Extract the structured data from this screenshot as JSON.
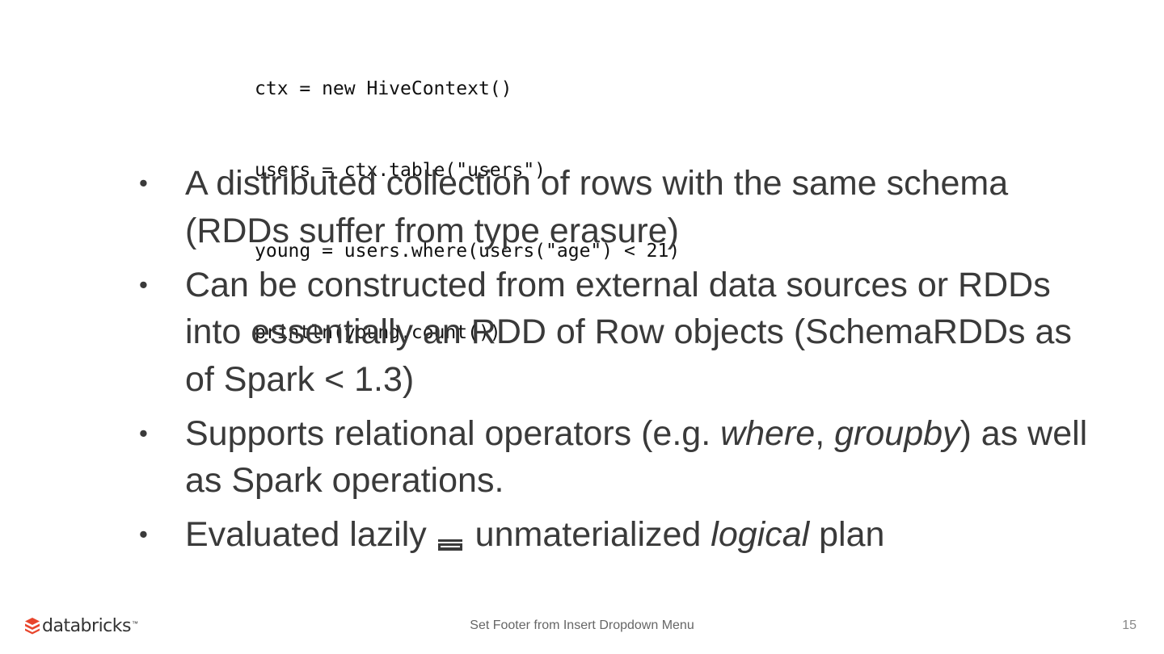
{
  "code": {
    "lines": [
      "ctx = new HiveContext()",
      "users = ctx.table(\"users\")",
      "young = users.where(users(\"age\") < 21)",
      "println(young.count())"
    ]
  },
  "bullets": [
    {
      "part1": "A distributed collection of rows with the same schema (RDDs suffer from type erasure)"
    },
    {
      "part1": "Can be constructed from external data sources or RDDs into essentially an RDD of Row objects (SchemaRDDs as of Spark < 1.3)"
    },
    {
      "part1": "Supports relational operators (e.g. ",
      "em1": "where",
      "part2": ", ",
      "em2": "groupby",
      "part3": ") as well as Spark operations."
    },
    {
      "part1": "Evaluated lazily ",
      "part2": " unmaterialized ",
      "em1": "logical",
      "part3": " plan"
    }
  ],
  "bullet_symbol": "•",
  "footer": {
    "logo_text": "databricks",
    "logo_tm": "™",
    "center_text": "Set Footer from Insert Dropdown Menu",
    "page_number": "15"
  },
  "colors": {
    "logo_red": "#e8452c",
    "text": "#3a3a3a"
  },
  "icons": {
    "inline_arrow": "implies-arrow-icon",
    "logo": "databricks-logo-icon"
  }
}
